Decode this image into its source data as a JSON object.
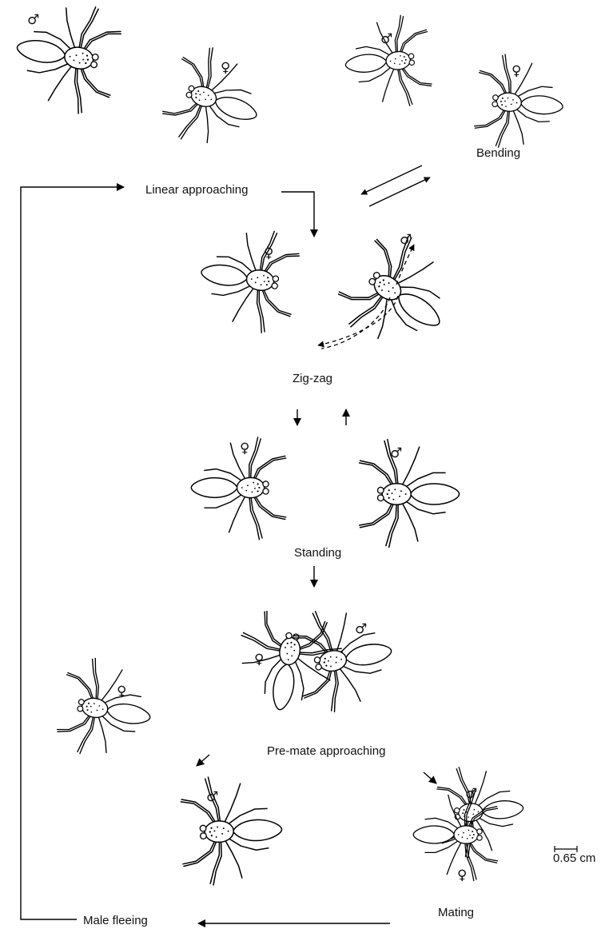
{
  "stages": {
    "bending": "Bending",
    "linear": "Linear approaching",
    "zigzag": "Zig-zag",
    "standing": "Standing",
    "premate": "Pre-mate approaching",
    "mating": "Mating",
    "fleeing": "Male fleeing"
  },
  "symbols": {
    "male": "♂",
    "female": "♀"
  },
  "scale_bar": {
    "label": "0.65 cm"
  }
}
